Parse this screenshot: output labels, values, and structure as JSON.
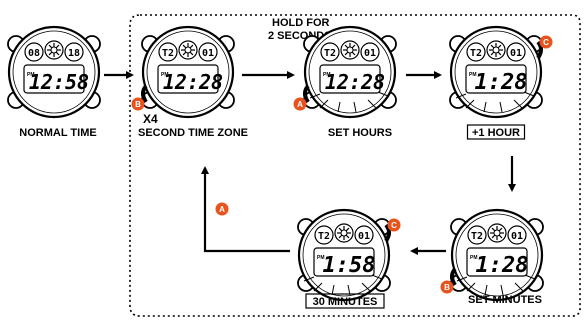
{
  "colors": {
    "accent": "#e8521c",
    "ink": "#000000",
    "paper": "#ffffff"
  },
  "watches": [
    {
      "id": "normal",
      "label": "NORMAL TIME",
      "boxed": false,
      "top_left": "08",
      "top_right": "18",
      "time": "12:58",
      "flash": false,
      "buttons": []
    },
    {
      "id": "second-zone",
      "label": "SECOND TIME ZONE",
      "boxed": false,
      "top_left": "T2",
      "top_right": "01",
      "time": "12:28",
      "flash": false,
      "buttons": [
        {
          "letter": "B",
          "side": "left"
        }
      ]
    },
    {
      "id": "set-hours",
      "label": "SET HOURS",
      "boxed": false,
      "top_left": "T2",
      "top_right": "01",
      "time": "12:28",
      "flash": true,
      "buttons": [
        {
          "letter": "A",
          "side": "left"
        }
      ]
    },
    {
      "id": "plus-hour",
      "label": "+1 HOUR",
      "boxed": true,
      "top_left": "T2",
      "top_right": "01",
      "time": "1:28",
      "flash": true,
      "buttons": [
        {
          "letter": "C",
          "side": "right"
        }
      ]
    },
    {
      "id": "set-minutes",
      "label": "SET MINUTES",
      "boxed": false,
      "top_left": "T2",
      "top_right": "01",
      "time": "1:28",
      "flash": true,
      "buttons": [
        {
          "letter": "B",
          "side": "left"
        }
      ]
    },
    {
      "id": "thirty-min",
      "label": "30 MINUTES",
      "boxed": true,
      "top_left": "T2",
      "top_right": "01",
      "time": "1:58",
      "flash": true,
      "buttons": [
        {
          "letter": "C",
          "side": "right"
        }
      ]
    }
  ],
  "annotations": {
    "hold_line1": "HOLD FOR",
    "hold_line2": "2 SECONDS",
    "x4": "X4",
    "pm": "PM",
    "return_button": "A"
  }
}
